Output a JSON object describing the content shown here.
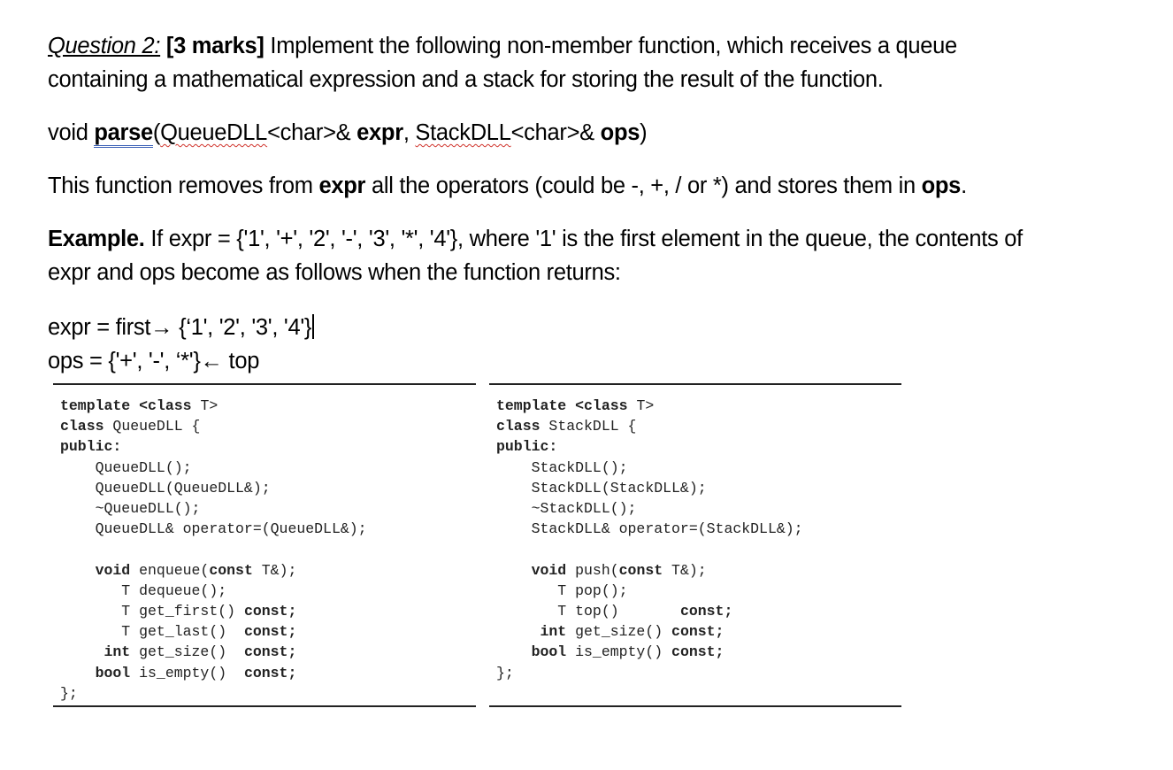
{
  "question": {
    "label": "Question 2:",
    "marks": "[3 marks]",
    "intro_line1": " Implement the following non-member function, which receives a queue",
    "intro_line2": "containing a mathematical expression and a stack for storing the result of the function."
  },
  "signature": {
    "return_type": "void ",
    "name": "parse",
    "open_paren": "(",
    "param1_type": "QueueDLL",
    "param1_rest": "<char>& ",
    "param1_name": "expr",
    "comma": ", ",
    "param2_type": "StackDLL",
    "param2_rest": "<char>& ",
    "param2_name": "ops",
    "close_paren": ")"
  },
  "description": {
    "text1": "This function removes from ",
    "expr": "expr",
    "text2": " all the operators (could be -, +, / or *) and stores them in ",
    "ops": "ops",
    "text3": "."
  },
  "example": {
    "label": "Example.",
    "line1": " If expr = {'1', '+', '2', '-', '3', '*', '4'}, where '1' is the first element in the queue, the contents of",
    "line2": "expr and ops become as follows when the function returns:"
  },
  "result": {
    "expr_line": "expr = first→ {‘1', '2', '3', '4'}",
    "ops_line": "ops = {'+', '-', ‘*'}← top"
  },
  "queue_class": {
    "l1_kw1": "template ",
    "l1_kw2": "<class",
    "l1_rest": " T>",
    "l2_kw": "class",
    "l2_rest": " QueueDLL {",
    "l3_kw": "public:",
    "l4": "    QueueDLL();",
    "l5": "    QueueDLL(QueueDLL&);",
    "l6": "    ~QueueDLL();",
    "l7": "    QueueDLL& operator=(QueueDLL&);",
    "m1_kw": "    void",
    "m1_a": " enqueue(",
    "m1_kw2": "const",
    "m1_b": " T&);",
    "m2": "       T dequeue();",
    "m3_a": "       T get_first() ",
    "m3_kw": "const;",
    "m4_a": "       T get_last()  ",
    "m4_kw": "const;",
    "m5_kw": "     int",
    "m5_a": " get_size()  ",
    "m5_kw2": "const;",
    "m6_kw": "    bool",
    "m6_a": " is_empty()  ",
    "m6_kw2": "const;",
    "end": "};"
  },
  "stack_class": {
    "l1_kw1": "template ",
    "l1_kw2": "<class",
    "l1_rest": " T>",
    "l2_kw": "class",
    "l2_rest": " StackDLL {",
    "l3_kw": "public:",
    "l4": "    StackDLL();",
    "l5": "    StackDLL(StackDLL&);",
    "l6": "    ~StackDLL();",
    "l7": "    StackDLL& operator=(StackDLL&);",
    "m1_kw": "    void",
    "m1_a": " push(",
    "m1_kw2": "const",
    "m1_b": " T&);",
    "m2": "       T pop();",
    "m3_a": "       T top()       ",
    "m3_kw": "const;",
    "m4_kw": "     int",
    "m4_a": " get_size() ",
    "m4_kw2": "const;",
    "m5_kw": "    bool",
    "m5_a": " is_empty() ",
    "m5_kw2": "const;",
    "end": "};"
  }
}
